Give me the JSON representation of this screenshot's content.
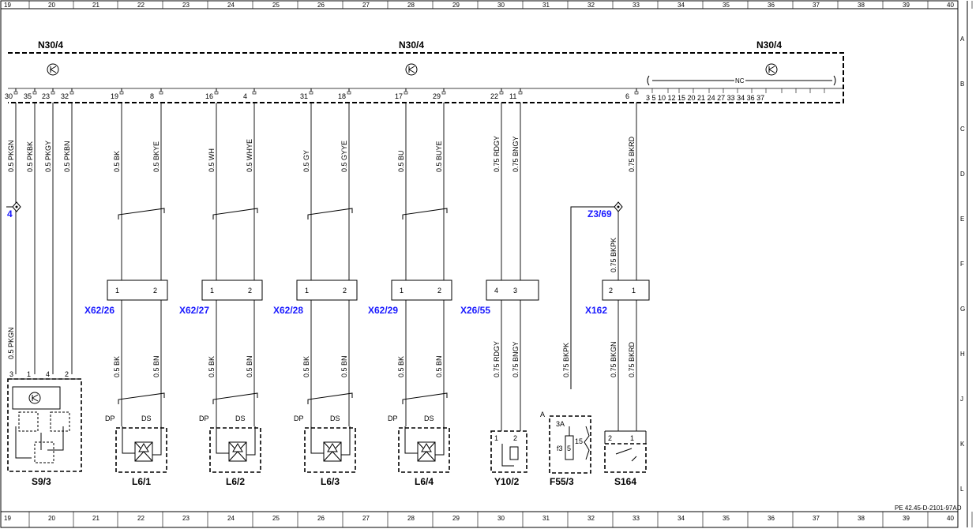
{
  "grid": {
    "columns": [
      "19",
      "20",
      "21",
      "22",
      "23",
      "24",
      "25",
      "26",
      "27",
      "28",
      "29",
      "30",
      "31",
      "32",
      "33",
      "34",
      "35",
      "36",
      "37",
      "38",
      "39",
      "40"
    ],
    "rows": [
      "A",
      "B",
      "C",
      "D",
      "E",
      "F",
      "G",
      "H",
      "J",
      "K",
      "L"
    ]
  },
  "module": {
    "labels": [
      "N30/4",
      "N30/4",
      "N30/4"
    ],
    "nc_label": "NC",
    "pins": [
      "30",
      "35",
      "23",
      "32",
      "19",
      "8",
      "16",
      "4",
      "31",
      "18",
      "17",
      "29",
      "22",
      "11",
      "6"
    ],
    "nc_pins": [
      "3",
      "5",
      "10",
      "12",
      "15",
      "20",
      "21",
      "24",
      "27",
      "33",
      "34",
      "36",
      "37"
    ]
  },
  "wires_top": [
    "0.5 PKGN",
    "0.5 PKBK",
    "0.5 PKGY",
    "0.5 PKBN",
    "0.5 BK",
    "0.5 BKYE",
    "0.5 WH",
    "0.5 WHYE",
    "0.5 GY",
    "0.5 GYYE",
    "0.5 BU",
    "0.5 BUYE",
    "0.75 RDGY",
    "0.75 BNGY",
    "0.75 BKRD"
  ],
  "ground_points": [
    "4",
    "Z3/69"
  ],
  "z3_wire": "0.75 BKPK",
  "connectors": [
    {
      "name": "X62/26",
      "pins": [
        "1",
        "2"
      ]
    },
    {
      "name": "X62/27",
      "pins": [
        "1",
        "2"
      ]
    },
    {
      "name": "X62/28",
      "pins": [
        "1",
        "2"
      ]
    },
    {
      "name": "X62/29",
      "pins": [
        "1",
        "2"
      ]
    },
    {
      "name": "X26/55",
      "pins": [
        "4",
        "3"
      ]
    },
    {
      "name": "X162",
      "pins": [
        "2",
        "1"
      ]
    }
  ],
  "wires_bottom": [
    "0.5 PKGN",
    "0.5 BK",
    "0.5 BN",
    "0.5 BK",
    "0.5 BN",
    "0.5 BK",
    "0.5 BN",
    "0.5 BK",
    "0.5 BN",
    "0.75 RDGY",
    "0.75 BNGY",
    "0.75 BKPK",
    "0.75 BKGN",
    "0.75 BKRD"
  ],
  "sensors": [
    {
      "name": "L6/1",
      "dp": "DP",
      "ds": "DS"
    },
    {
      "name": "L6/2",
      "dp": "DP",
      "ds": "DS"
    },
    {
      "name": "L6/3",
      "dp": "DP",
      "ds": "DS"
    },
    {
      "name": "L6/4",
      "dp": "DP",
      "ds": "DS"
    }
  ],
  "components": {
    "s93": {
      "name": "S9/3",
      "pins": [
        "3",
        "1",
        "4",
        "2"
      ]
    },
    "y102": {
      "name": "Y10/2",
      "pins": [
        "1",
        "2"
      ]
    },
    "f553": {
      "name": "F55/3",
      "rating": "3A",
      "fuse": "f3",
      "fuse_num": "5",
      "out": "15",
      "ref": "A"
    },
    "s164": {
      "name": "S164",
      "pins": [
        "2",
        "1"
      ]
    }
  },
  "doc_id": "PE 42.45-D-2101-97AD"
}
